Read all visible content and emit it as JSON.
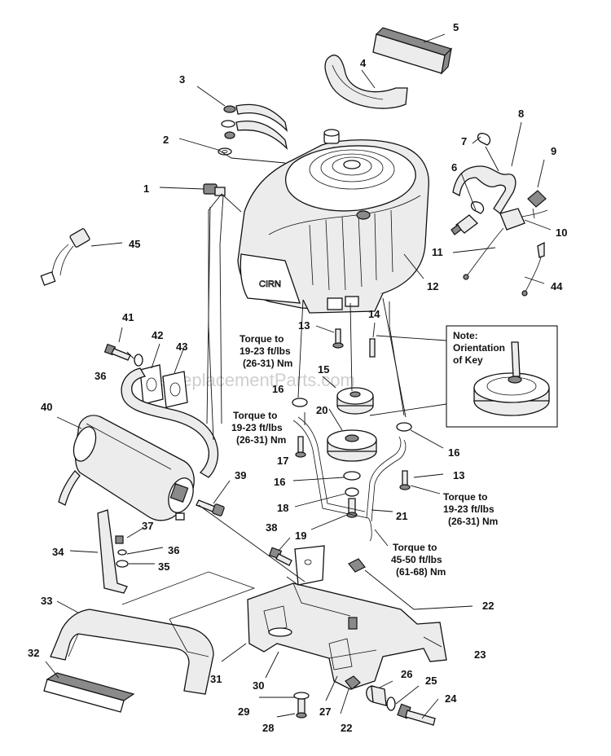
{
  "watermark": "eReplacementParts.com",
  "callouts": [
    {
      "id": "c1",
      "text": "1"
    },
    {
      "id": "c2",
      "text": "2"
    },
    {
      "id": "c3",
      "text": "3"
    },
    {
      "id": "c4",
      "text": "4"
    },
    {
      "id": "c5",
      "text": "5"
    },
    {
      "id": "c6",
      "text": "6"
    },
    {
      "id": "c7",
      "text": "7"
    },
    {
      "id": "c8",
      "text": "8"
    },
    {
      "id": "c9",
      "text": "9"
    },
    {
      "id": "c10",
      "text": "10"
    },
    {
      "id": "c11",
      "text": "11"
    },
    {
      "id": "c12",
      "text": "12"
    },
    {
      "id": "c13a",
      "text": "13"
    },
    {
      "id": "c13b",
      "text": "13"
    },
    {
      "id": "c14",
      "text": "14"
    },
    {
      "id": "c15",
      "text": "15"
    },
    {
      "id": "c16a",
      "text": "16"
    },
    {
      "id": "c16b",
      "text": "16"
    },
    {
      "id": "c16c",
      "text": "16"
    },
    {
      "id": "c17",
      "text": "17"
    },
    {
      "id": "c18",
      "text": "18"
    },
    {
      "id": "c19",
      "text": "19"
    },
    {
      "id": "c20",
      "text": "20"
    },
    {
      "id": "c21",
      "text": "21"
    },
    {
      "id": "c22a",
      "text": "22"
    },
    {
      "id": "c22b",
      "text": "22"
    },
    {
      "id": "c23",
      "text": "23"
    },
    {
      "id": "c24",
      "text": "24"
    },
    {
      "id": "c25",
      "text": "25"
    },
    {
      "id": "c26",
      "text": "26"
    },
    {
      "id": "c27",
      "text": "27"
    },
    {
      "id": "c28",
      "text": "28"
    },
    {
      "id": "c29",
      "text": "29"
    },
    {
      "id": "c30",
      "text": "30"
    },
    {
      "id": "c31",
      "text": "31"
    },
    {
      "id": "c32",
      "text": "32"
    },
    {
      "id": "c33",
      "text": "33"
    },
    {
      "id": "c34",
      "text": "34"
    },
    {
      "id": "c35",
      "text": "35"
    },
    {
      "id": "c36a",
      "text": "36"
    },
    {
      "id": "c36b",
      "text": "36"
    },
    {
      "id": "c37",
      "text": "37"
    },
    {
      "id": "c38",
      "text": "38"
    },
    {
      "id": "c39",
      "text": "39"
    },
    {
      "id": "c40",
      "text": "40"
    },
    {
      "id": "c41",
      "text": "41"
    },
    {
      "id": "c42",
      "text": "42"
    },
    {
      "id": "c43",
      "text": "43"
    },
    {
      "id": "c44",
      "text": "44"
    },
    {
      "id": "c45",
      "text": "45"
    }
  ],
  "torque_notes": [
    {
      "id": "t1",
      "lines": [
        "Torque to",
        "19-23 ft/lbs",
        "(26-31) Nm"
      ]
    },
    {
      "id": "t2",
      "lines": [
        "Torque to",
        "19-23 ft/lbs",
        "(26-31) Nm"
      ]
    },
    {
      "id": "t3",
      "lines": [
        "Torque to",
        "19-23 ft/lbs",
        "(26-31) Nm"
      ]
    },
    {
      "id": "t4",
      "lines": [
        "Torque to",
        "45-50 ft/lbs",
        "(61-68) Nm"
      ]
    }
  ],
  "key_note": {
    "lines": [
      "Note:",
      "Orientation",
      "of Key"
    ]
  }
}
